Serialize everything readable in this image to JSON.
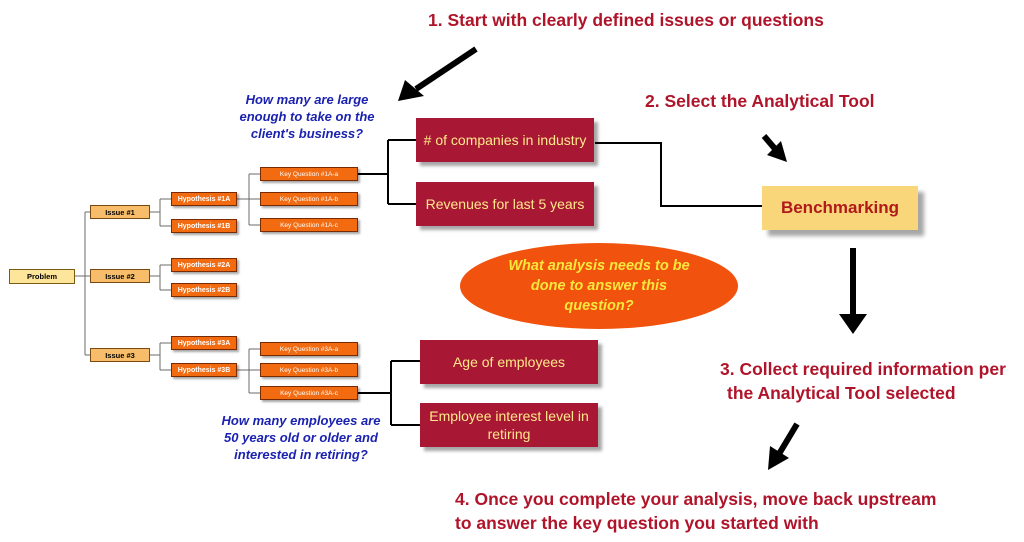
{
  "steps": {
    "step1": "1. Start with clearly defined issues or questions",
    "step2": "2. Select the Analytical Tool",
    "step3_line1": "3. Collect required information per",
    "step3_line2": "the Analytical Tool selected",
    "step4_line1": "4. Once you complete your analysis, move back upstream",
    "step4_line2": "to answer the key question you started with"
  },
  "tree": {
    "root": "Problem",
    "issues": [
      "Issue #1",
      "Issue #2",
      "Issue #3"
    ],
    "hypotheses": [
      "Hypothesis #1A",
      "Hypothesis #1B",
      "Hypothesis #2A",
      "Hypothesis #2B",
      "Hypothesis #3A",
      "Hypothesis #3B"
    ],
    "key_questions_1a": [
      "Key Question #1A-a",
      "Key Question #1A-b",
      "Key Question #1A-c"
    ],
    "key_questions_3a": [
      "Key Question #3A-a",
      "Key Question #3A-b",
      "Key Question #3A-c"
    ]
  },
  "questions": {
    "upper": "How many are large enough to take on the client's business?",
    "lower": "How many employees are 50 years old or older and interested in retiring?"
  },
  "data_boxes": {
    "companies": "# of companies in industry",
    "revenues": "Revenues for last 5 years",
    "age": "Age of employees",
    "interest": "Employee interest level in retiring"
  },
  "tool": "Benchmarking",
  "analysis_prompt": "What analysis needs to be done to answer this question?",
  "colors": {
    "step_text": "#b0142a",
    "question_text": "#1b22b0",
    "maroon_box": "#a81734",
    "orange_box": "#f26b11",
    "ellipse": "#f1520e"
  }
}
